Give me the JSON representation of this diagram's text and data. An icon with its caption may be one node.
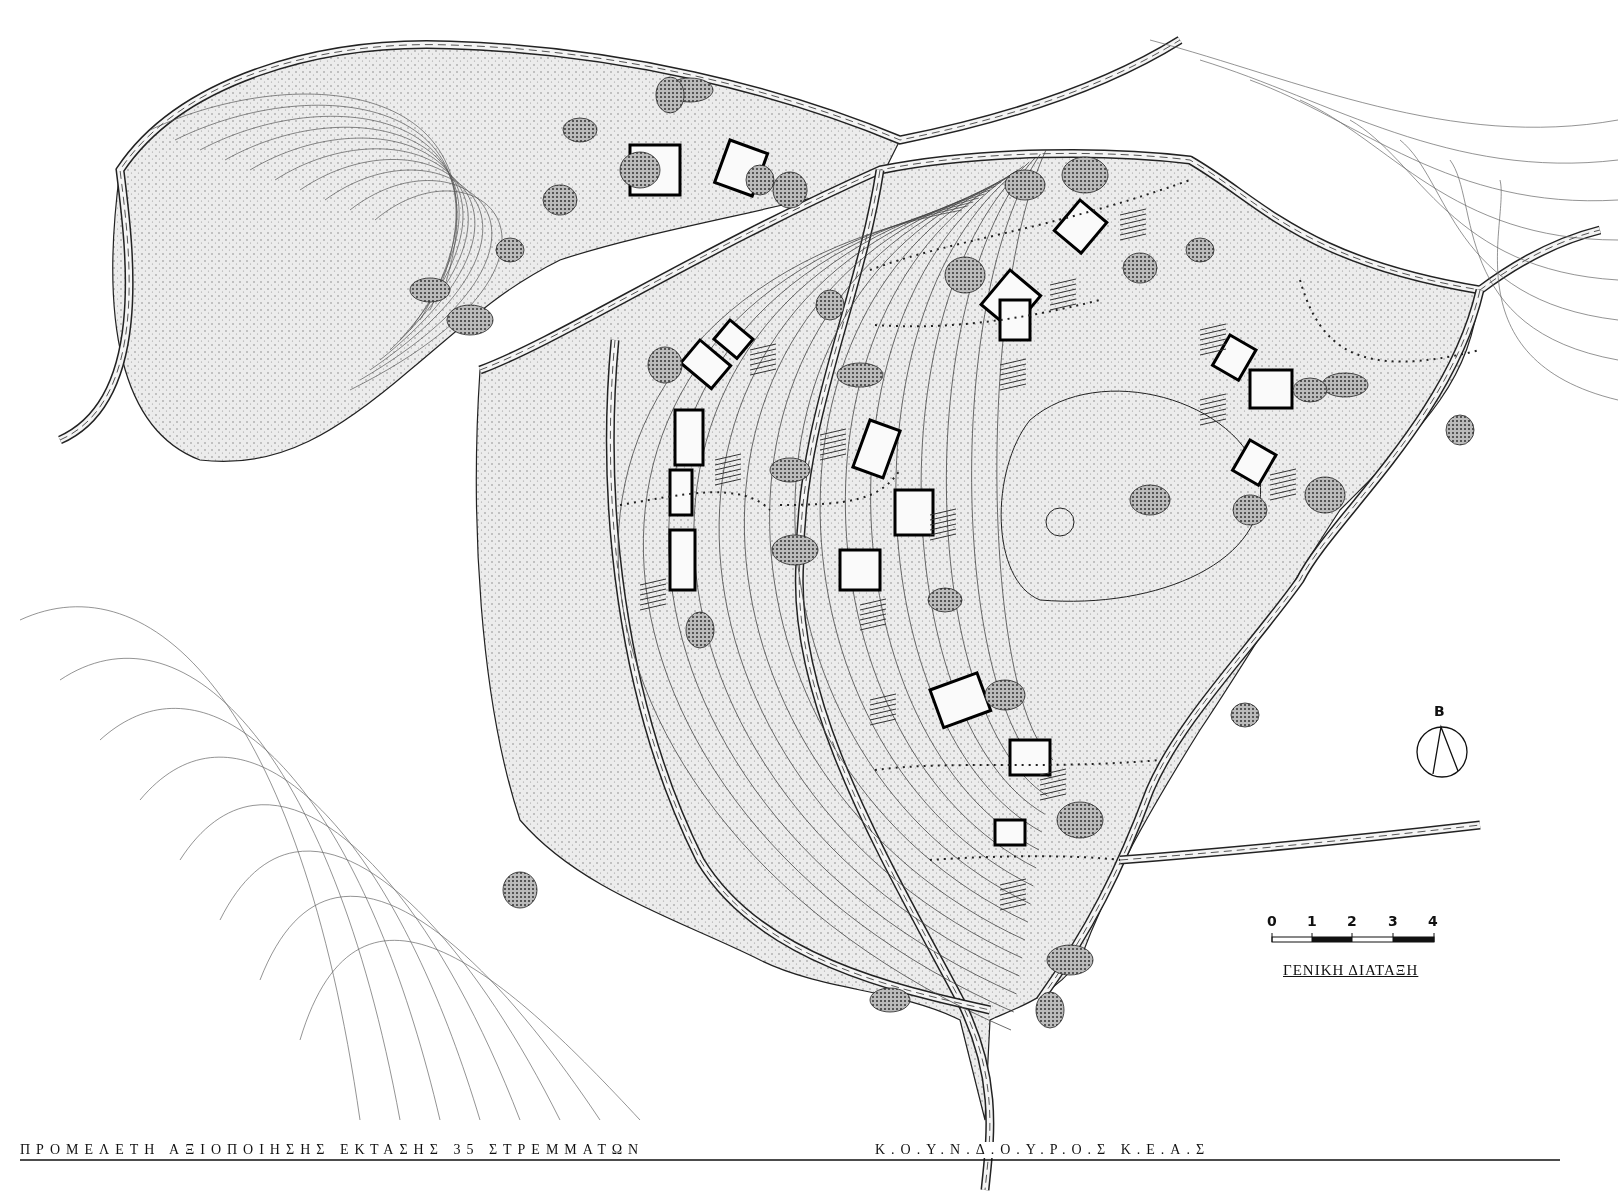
{
  "diagram": {
    "title": "ΓΕΝΙΚΗ ΔΙΑΤΑΞΗ",
    "labels": [
      "Β",
      "0",
      "1",
      "2",
      "3",
      "4",
      "ΠΡΟΜΕΛΕΤΗ ΑΞΙΟΠΟΙΗΣΗΣ ΕΚΤΑΣΗΣ 35 ΣΤΡΕΜΜΑΤΩΝ",
      "Κ.Ο.Υ.Ν.Δ.Ο.Υ.Ρ.Ο.Σ Κ.Ε.Α.Σ"
    ]
  }
}
